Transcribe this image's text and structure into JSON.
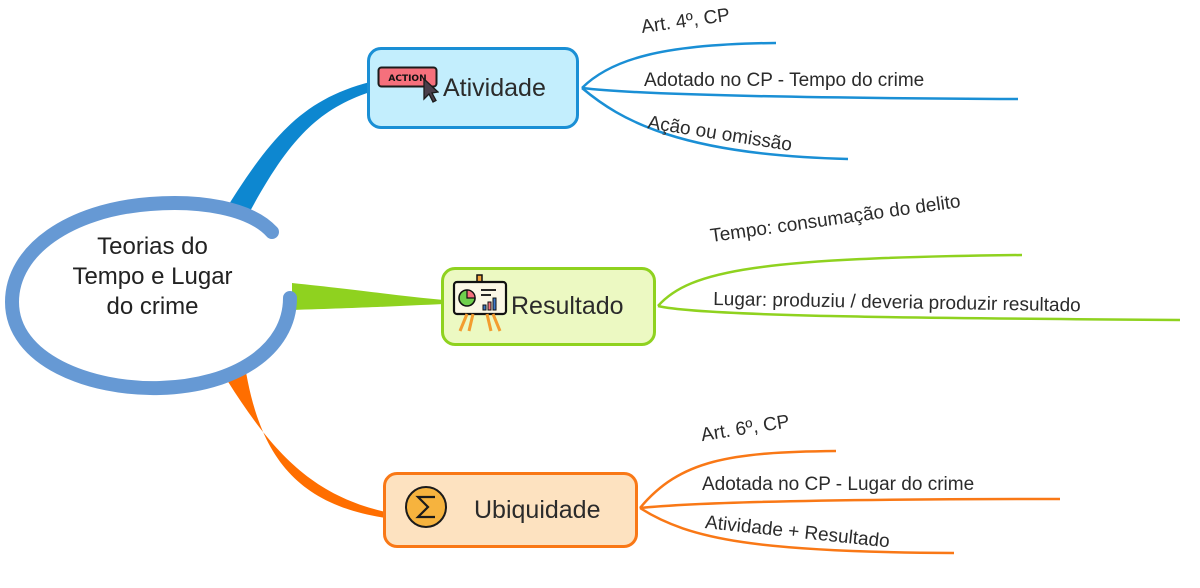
{
  "mindmap": {
    "root": {
      "lines": [
        "Teorias do",
        "Tempo e Lugar",
        "do crime"
      ]
    },
    "branches": [
      {
        "id": "atividade",
        "label": "Atividade",
        "icon": "action-button-cursor-icon",
        "icon_text": "ACTION",
        "color": "#1a8fd5",
        "fill": "#c3eefd",
        "leaves": [
          "Art. 4º, CP",
          "Adotado no CP - Tempo do crime",
          "Ação ou omissão"
        ]
      },
      {
        "id": "resultado",
        "label": "Resultado",
        "icon": "presentation-chart-icon",
        "color": "#8fd21f",
        "fill": "#ecf9c2",
        "leaves": [
          "Tempo: consumação do delito",
          "Lugar: produziu / deveria produzir resultado"
        ]
      },
      {
        "id": "ubiquidade",
        "label": "Ubiquidade",
        "icon": "sigma-sum-icon",
        "color": "#f97816",
        "fill": "#fde2c0",
        "leaves": [
          "Art. 6º, CP",
          "Adotada no CP - Lugar do crime",
          "Atividade + Resultado"
        ]
      }
    ],
    "root_ring_color": "#6699d4"
  }
}
